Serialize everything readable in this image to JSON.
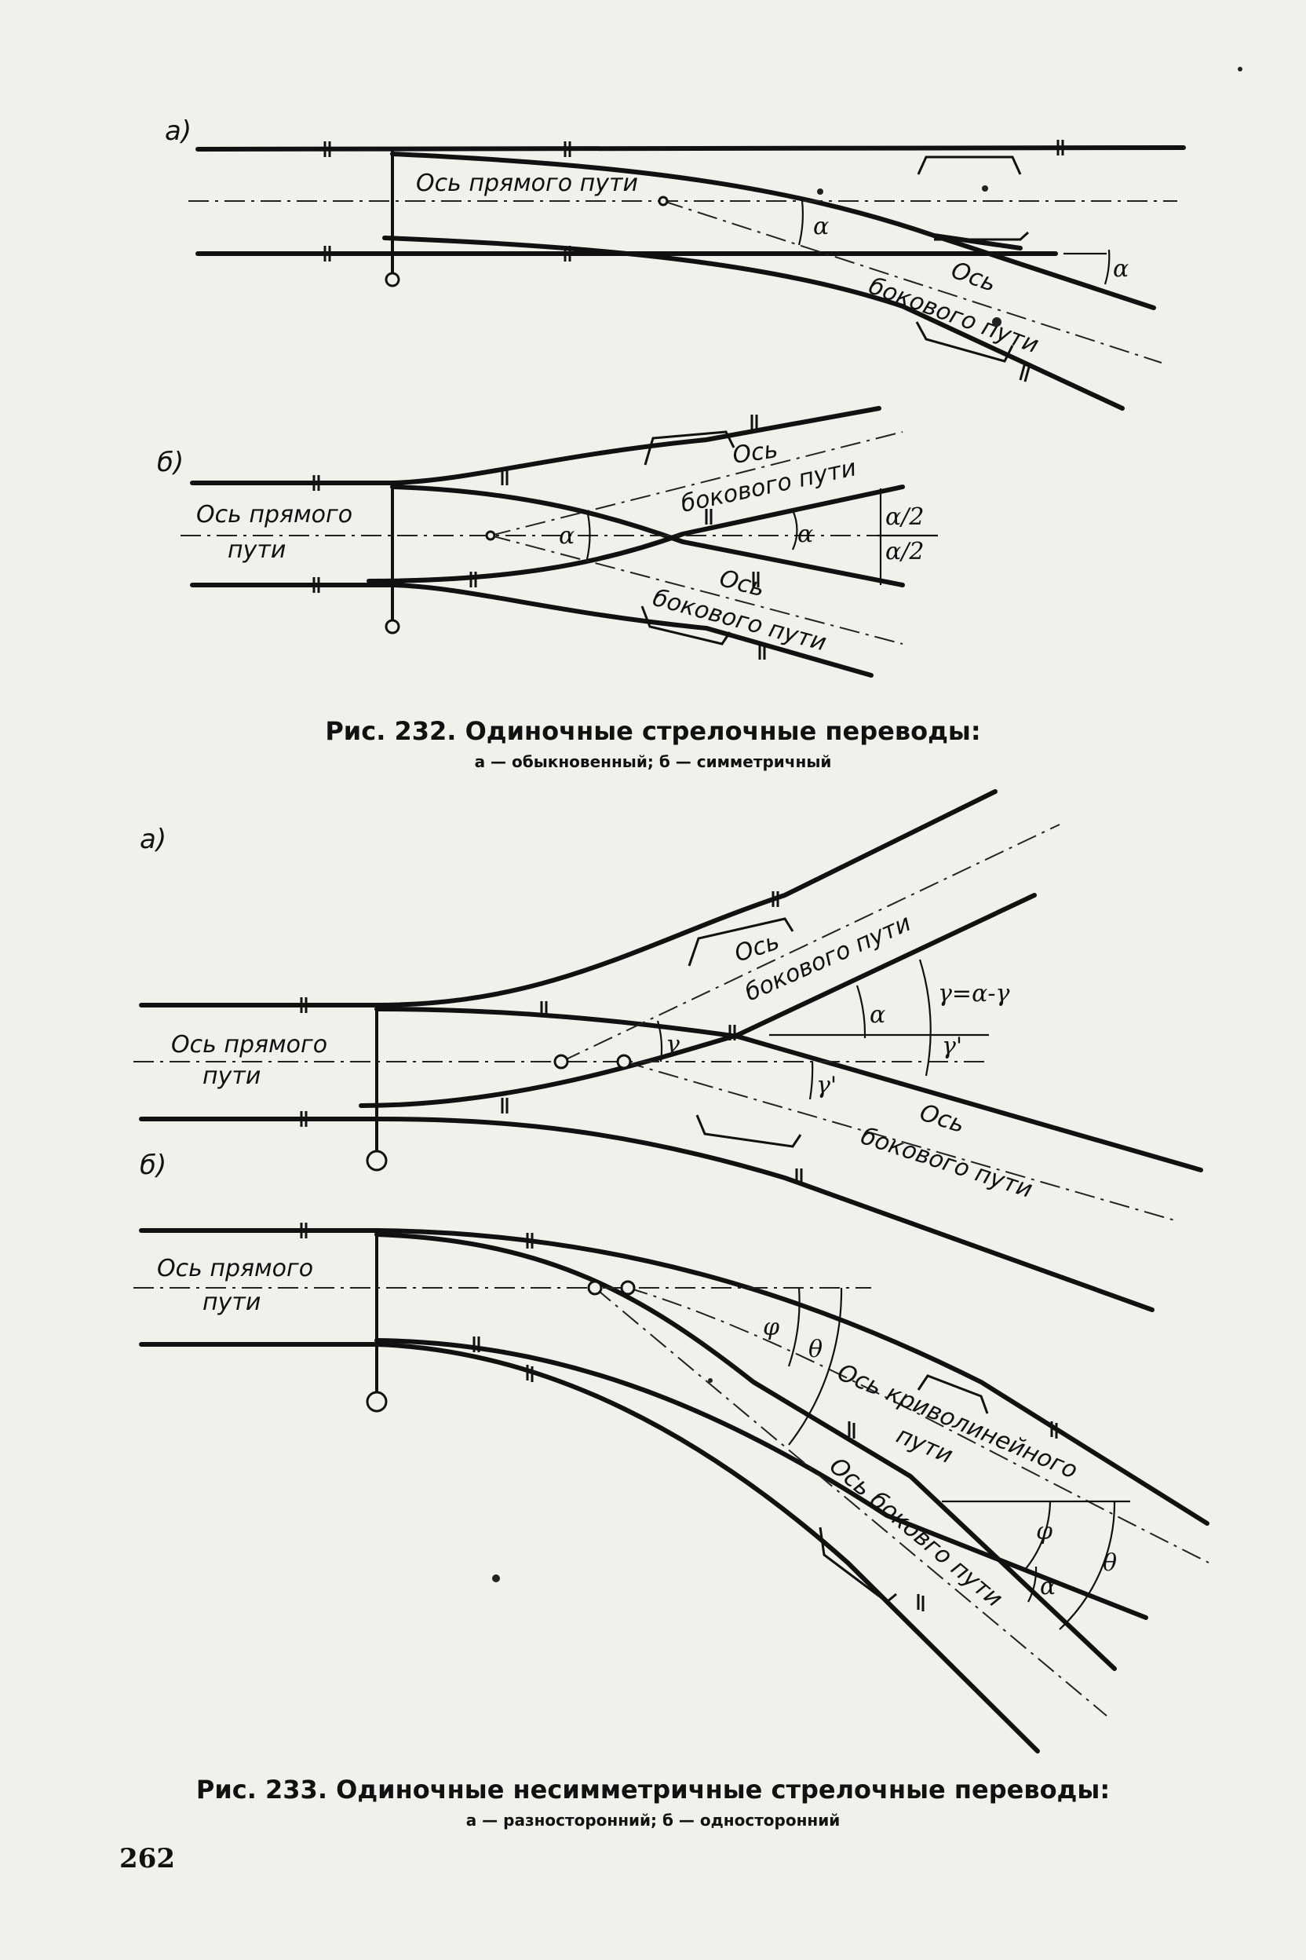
{
  "fig232": {
    "panel_a": "а)",
    "panel_b": "б)",
    "a_straight_axis": "Ось прямого пути",
    "a_side_axis_1": "Ось",
    "a_side_axis_2": "бокового пути",
    "a_angle": "α",
    "a_angle_2": "α",
    "b_straight_axis_1": "Ось прямого",
    "b_straight_axis_2": "пути",
    "b_side_upper_1": "Ось",
    "b_side_upper_2": "бокового пути",
    "b_side_lower_1": "Ось",
    "b_side_lower_2": "бокового пути",
    "b_angle": "α",
    "b_angle_2": "α",
    "b_half_upper": "α/2",
    "b_half_lower": "α/2",
    "caption_title": "Рис. 232. Одиночные стрелочные переводы:",
    "caption_sub": "а — обыкновенный; б — симметричный"
  },
  "fig233": {
    "panel_a": "а)",
    "panel_b": "б)",
    "a_straight_axis_1": "Ось прямого",
    "a_straight_axis_2": "пути",
    "a_side_upper_1": "Ось",
    "a_side_upper_2": "бокового пути",
    "a_side_lower_1": "Ось",
    "a_side_lower_2": "бокового пути",
    "a_gamma": "γ",
    "a_gamma_prime": "γ'",
    "a_alpha": "α",
    "a_gamma_eq": "γ=α-γ",
    "a_gamma_prime_2": "γ'",
    "b_straight_axis_1": "Ось прямого",
    "b_straight_axis_2": "пути",
    "b_curved_axis_1": "Ось криволинейного",
    "b_curved_axis_2": "пути",
    "b_side_axis": "Ось боковго пути",
    "b_phi": "φ",
    "b_theta": "θ",
    "b_phi_2": "φ",
    "b_theta_2": "θ",
    "b_alpha": "α",
    "caption_title": "Рис. 233. Одиночные несимметричные стрелочные переводы:",
    "caption_sub": "а — разносторонний; б — односторонний"
  },
  "page_number": "262"
}
